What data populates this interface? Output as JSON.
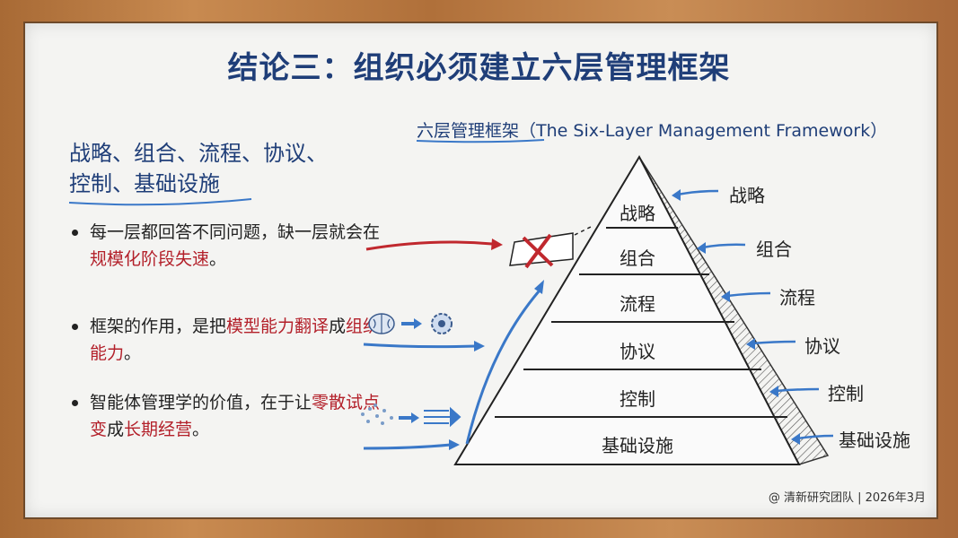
{
  "title": "结论三：组织必须建立六层管理框架",
  "subtitle_lines": [
    "战略、组合、流程、协议、",
    "控制、基础设施"
  ],
  "bullets": [
    {
      "segments": [
        {
          "text": "每一层都回答不同问题，缺一层就会在",
          "red": false
        },
        {
          "text": "规模化阶段失速",
          "red": true
        },
        {
          "text": "。",
          "red": false
        }
      ]
    },
    {
      "segments": [
        {
          "text": "框架的作用，是把",
          "red": false
        },
        {
          "text": "模型能力翻译",
          "red": true
        },
        {
          "text": "成",
          "red": false
        },
        {
          "text": "组织能力",
          "red": true
        },
        {
          "text": "。",
          "red": false
        }
      ]
    },
    {
      "segments": [
        {
          "text": "智能体管理学的价值，在于让",
          "red": false
        },
        {
          "text": "零散试点变",
          "red": true
        },
        {
          "text": "成",
          "red": false
        },
        {
          "text": "长期经营",
          "red": true
        },
        {
          "text": "。",
          "red": false
        }
      ]
    }
  ],
  "framework_title": "六层管理框架（The Six-Layer Management Framework）",
  "layers": [
    "战略",
    "组合",
    "流程",
    "协议",
    "控制",
    "基础设施"
  ],
  "side_labels": [
    "战略",
    "组合",
    "流程",
    "协议",
    "控制",
    "基础设施"
  ],
  "icons": [
    "brain-icon",
    "arrow-right-icon",
    "gear-icon",
    "dots-scatter-icon",
    "arrow-right-icon",
    "speed-lines-icon",
    "red-x-icon"
  ],
  "footer": "@ 清新研究团队 | 2026年3月",
  "colors": {
    "title": "#1f3e78",
    "accent_red": "#b3202a",
    "arrow_blue": "#3a78c8",
    "board": "#f4f4f2"
  }
}
